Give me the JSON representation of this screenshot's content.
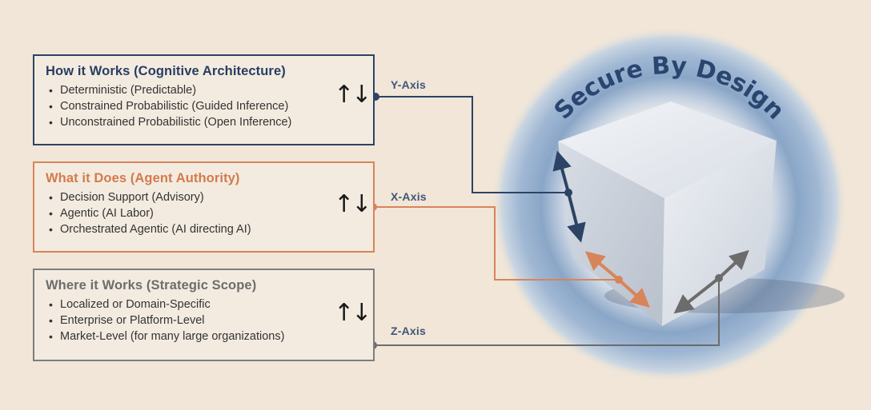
{
  "panels": [
    {
      "title": "How it Works (Cognitive Architecture)",
      "items": [
        "Deterministic (Predictable)",
        "Constrained Probabilistic (Guided Inference)",
        "Unconstrained Probabilistic (Open Inference)"
      ],
      "axis": "Y-Axis",
      "color": "#2c4366"
    },
    {
      "title": "What it Does (Agent Authority)",
      "items": [
        "Decision Support (Advisory)",
        "Agentic (AI Labor)",
        "Orchestrated Agentic (AI directing AI)"
      ],
      "axis": "X-Axis",
      "color": "#d8845a"
    },
    {
      "title": "Where it Works (Strategic Scope)",
      "items": [
        "Localized or Domain-Specific",
        "Enterprise or Platform-Level",
        "Market-Level (for many large organizations)"
      ],
      "axis": "Z-Axis",
      "color": "#7d7d7d"
    }
  ],
  "arrows_glyph": "↑↓",
  "ring_title": "Secure By Design",
  "icons": [
    "up-down-arrows-icon",
    "cube-icon"
  ]
}
